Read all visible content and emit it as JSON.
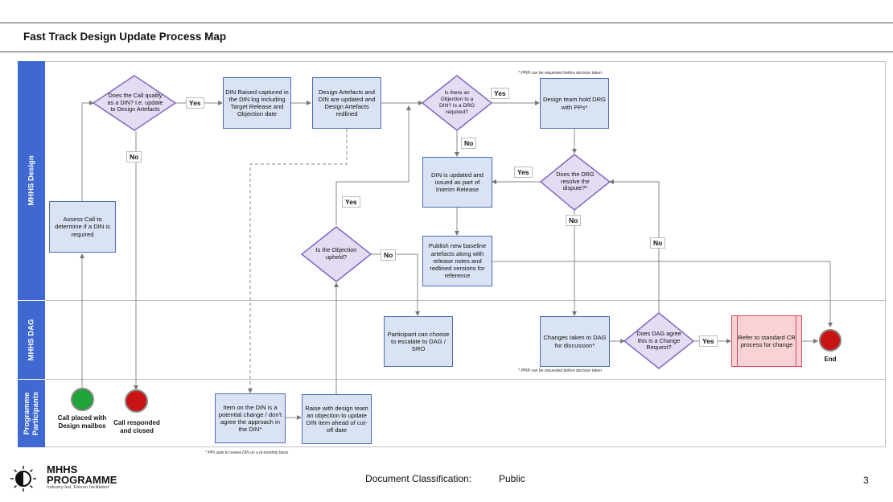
{
  "title": "Fast Track Design Update Process Map",
  "lanes": {
    "design": "MHHS Design",
    "dag": "MHHS DAG",
    "participants_line1": "Programme",
    "participants_line2": "Participants"
  },
  "boxes": {
    "assess_call": "Assess Call to determine if a DIN is required",
    "din_raised": "DIN Raised captured in the DIN log including Target Release and Objection date",
    "design_artefacts": "Design Artefacts and DIN are updated and Design Artefacts redlined",
    "drg_hold": "Design team hold DRG with PPs*",
    "din_updated": "DIN is updated and issued as part of Interim Release",
    "publish_baseline": "Publish new baseline artefacts along with release notes and redlined versions for reference",
    "participant_escalate": "Participant can choose to escalate to DAG / SRO",
    "changes_dag": "Changes taken to DAG for discussion*",
    "refer_cr": "Refer to standard CR process for change",
    "item_din": "Item on the DIN is a potential change / don't agree the approach in the DIN*",
    "raise_objection": "Raise with design team an objection to update DIN item ahead of cut-off date"
  },
  "decisions": {
    "qualify_din": "Does the Call qualify as a DIN? I.e. update to Design Artefacts",
    "objection_drg": "Is there an Objection to a DIN? Is a DRG required?",
    "drg_resolve": "Does the DRG resolve the dispute?*",
    "objection_upheld": "Is the Objection upheld?",
    "dag_change": "Does DAG agree this is a Change Request?"
  },
  "labels": {
    "yes": "Yes",
    "no": "No"
  },
  "terminals": {
    "call_placed": "Call placed with Design mailbox",
    "call_closed": "Call responded and closed",
    "end": "End"
  },
  "notes": {
    "ppir_top": "* PPIR can be requested before decision taken",
    "ppir_bottom": "* PPIR can be requested before decision taken",
    "pps_review": "* PPs able to review DIN on a bi-monthly basis"
  },
  "footer": {
    "classification_label": "Document Classification:",
    "classification_value": "Public",
    "page_number": "3",
    "logo_line1": "MHHS",
    "logo_line2": "PROGRAMME",
    "logo_tagline": "Industry-led, Elexon facilitated"
  },
  "colors": {
    "lane_blue": "#3f69d0",
    "box_fill": "#dae3f3",
    "box_border": "#4a6db8",
    "decision_fill": "#e4dcf3",
    "decision_border": "#8667c2",
    "start_green": "#1fa33a",
    "stop_red": "#c81414",
    "cr_pink": "#f8d3d6"
  }
}
